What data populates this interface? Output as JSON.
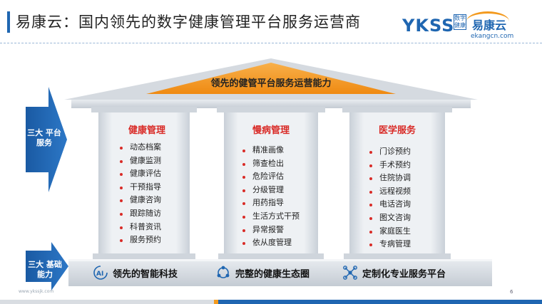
{
  "header": {
    "title": "易康云：国内领先的数字健康管理平台服务运营商"
  },
  "logo": {
    "ykss": "YKSS",
    "shuzi": "数字健康",
    "ekang": "易康云",
    "site": "ekangcn.com"
  },
  "roof": {
    "label": "领先的健管平台服务运营能力"
  },
  "side_arrows": {
    "top_label": "三大 平台服务",
    "bottom_label": "三大 基础能力"
  },
  "pillars": [
    {
      "title": "健康管理",
      "items": [
        "动态档案",
        "健康监测",
        "健康评估",
        "干预指导",
        "健康咨询",
        "跟踪随访",
        "科普资讯",
        "服务预约"
      ]
    },
    {
      "title": "慢病管理",
      "items": [
        "精准画像",
        "筛查检出",
        "危险评估",
        "分级管理",
        "用药指导",
        "生活方式干预",
        "异常报警",
        "依从度管理"
      ]
    },
    {
      "title": "医学服务",
      "items": [
        "门诊预约",
        "手术预约",
        "住院协调",
        "远程视频",
        "电话咨询",
        "图文咨询",
        "家庭医生",
        "专病管理"
      ]
    }
  ],
  "base": [
    {
      "label": "领先的智能科技",
      "icon": "ai-icon"
    },
    {
      "label": "完整的健康生态圈",
      "icon": "ecosystem-icon"
    },
    {
      "label": "定制化专业服务平台",
      "icon": "network-icon"
    }
  ],
  "footer": {
    "url": "www.ykssjk.com",
    "page": "6"
  },
  "colors": {
    "primary_blue": "#1f66b1",
    "roof_orange": "#f39a1e",
    "accent_red": "#d92b27",
    "pillar_gray": "#dde2e8"
  }
}
